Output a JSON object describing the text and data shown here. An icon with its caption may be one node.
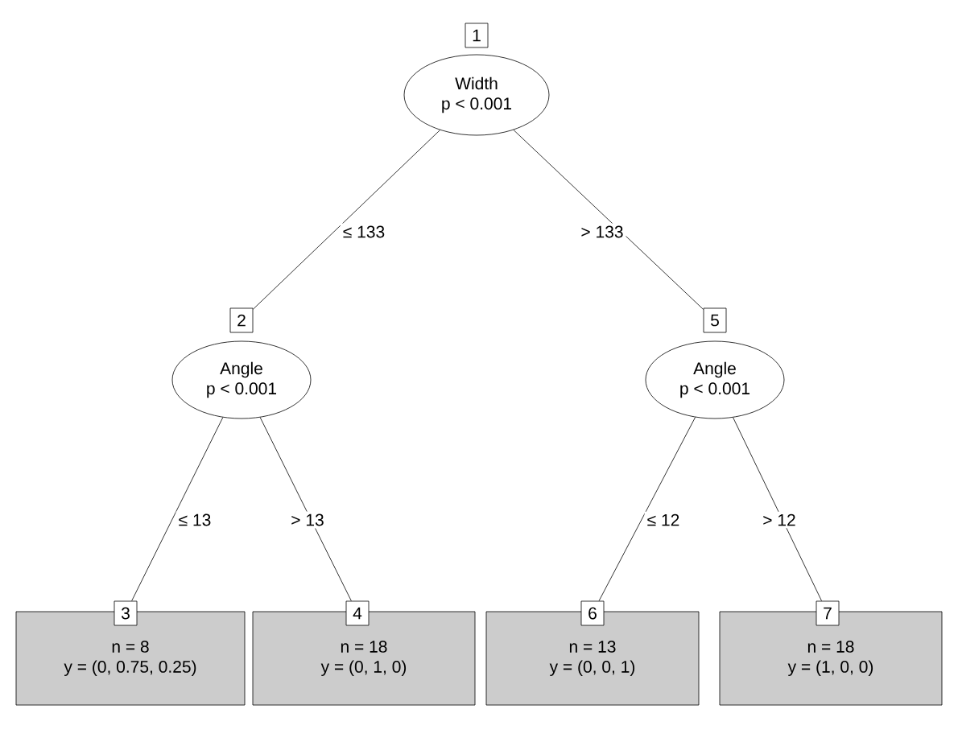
{
  "diagram": {
    "nodes": [
      {
        "text": [
          "1"
        ]
      },
      {
        "text": [
          "Width",
          "p < 0.001"
        ]
      },
      {
        "text": [
          "2"
        ]
      },
      {
        "text": [
          "Angle",
          "p < 0.001"
        ]
      },
      {
        "text": [
          "3"
        ]
      },
      {
        "text": [
          "n = 8",
          "y = (0, 0.75, 0.25)"
        ]
      },
      {
        "text": [
          "4"
        ]
      },
      {
        "text": [
          "n = 18",
          "y = (0, 1, 0)"
        ]
      },
      {
        "text": [
          "5"
        ]
      },
      {
        "text": [
          "Angle",
          "p < 0.001"
        ]
      },
      {
        "text": [
          "6"
        ]
      },
      {
        "text": [
          "n = 13",
          "y = (0, 0, 1)"
        ]
      },
      {
        "text": [
          "7"
        ]
      },
      {
        "text": [
          "n = 18",
          "y = (1, 0, 0)"
        ]
      }
    ],
    "edges": [
      {
        "from": 1,
        "to": 2,
        "arrow": "none",
        "label": "≤ 133"
      },
      {
        "from": 1,
        "to": 8,
        "arrow": "none",
        "label": "> 133"
      },
      {
        "from": 3,
        "to": 4,
        "arrow": "none",
        "label": "≤ 13"
      },
      {
        "from": 3,
        "to": 6,
        "arrow": "none",
        "label": "> 13"
      },
      {
        "from": 9,
        "to": 10,
        "arrow": "none",
        "label": "≤ 12"
      },
      {
        "from": 9,
        "to": 12,
        "arrow": "none",
        "label": "> 12"
      }
    ]
  }
}
